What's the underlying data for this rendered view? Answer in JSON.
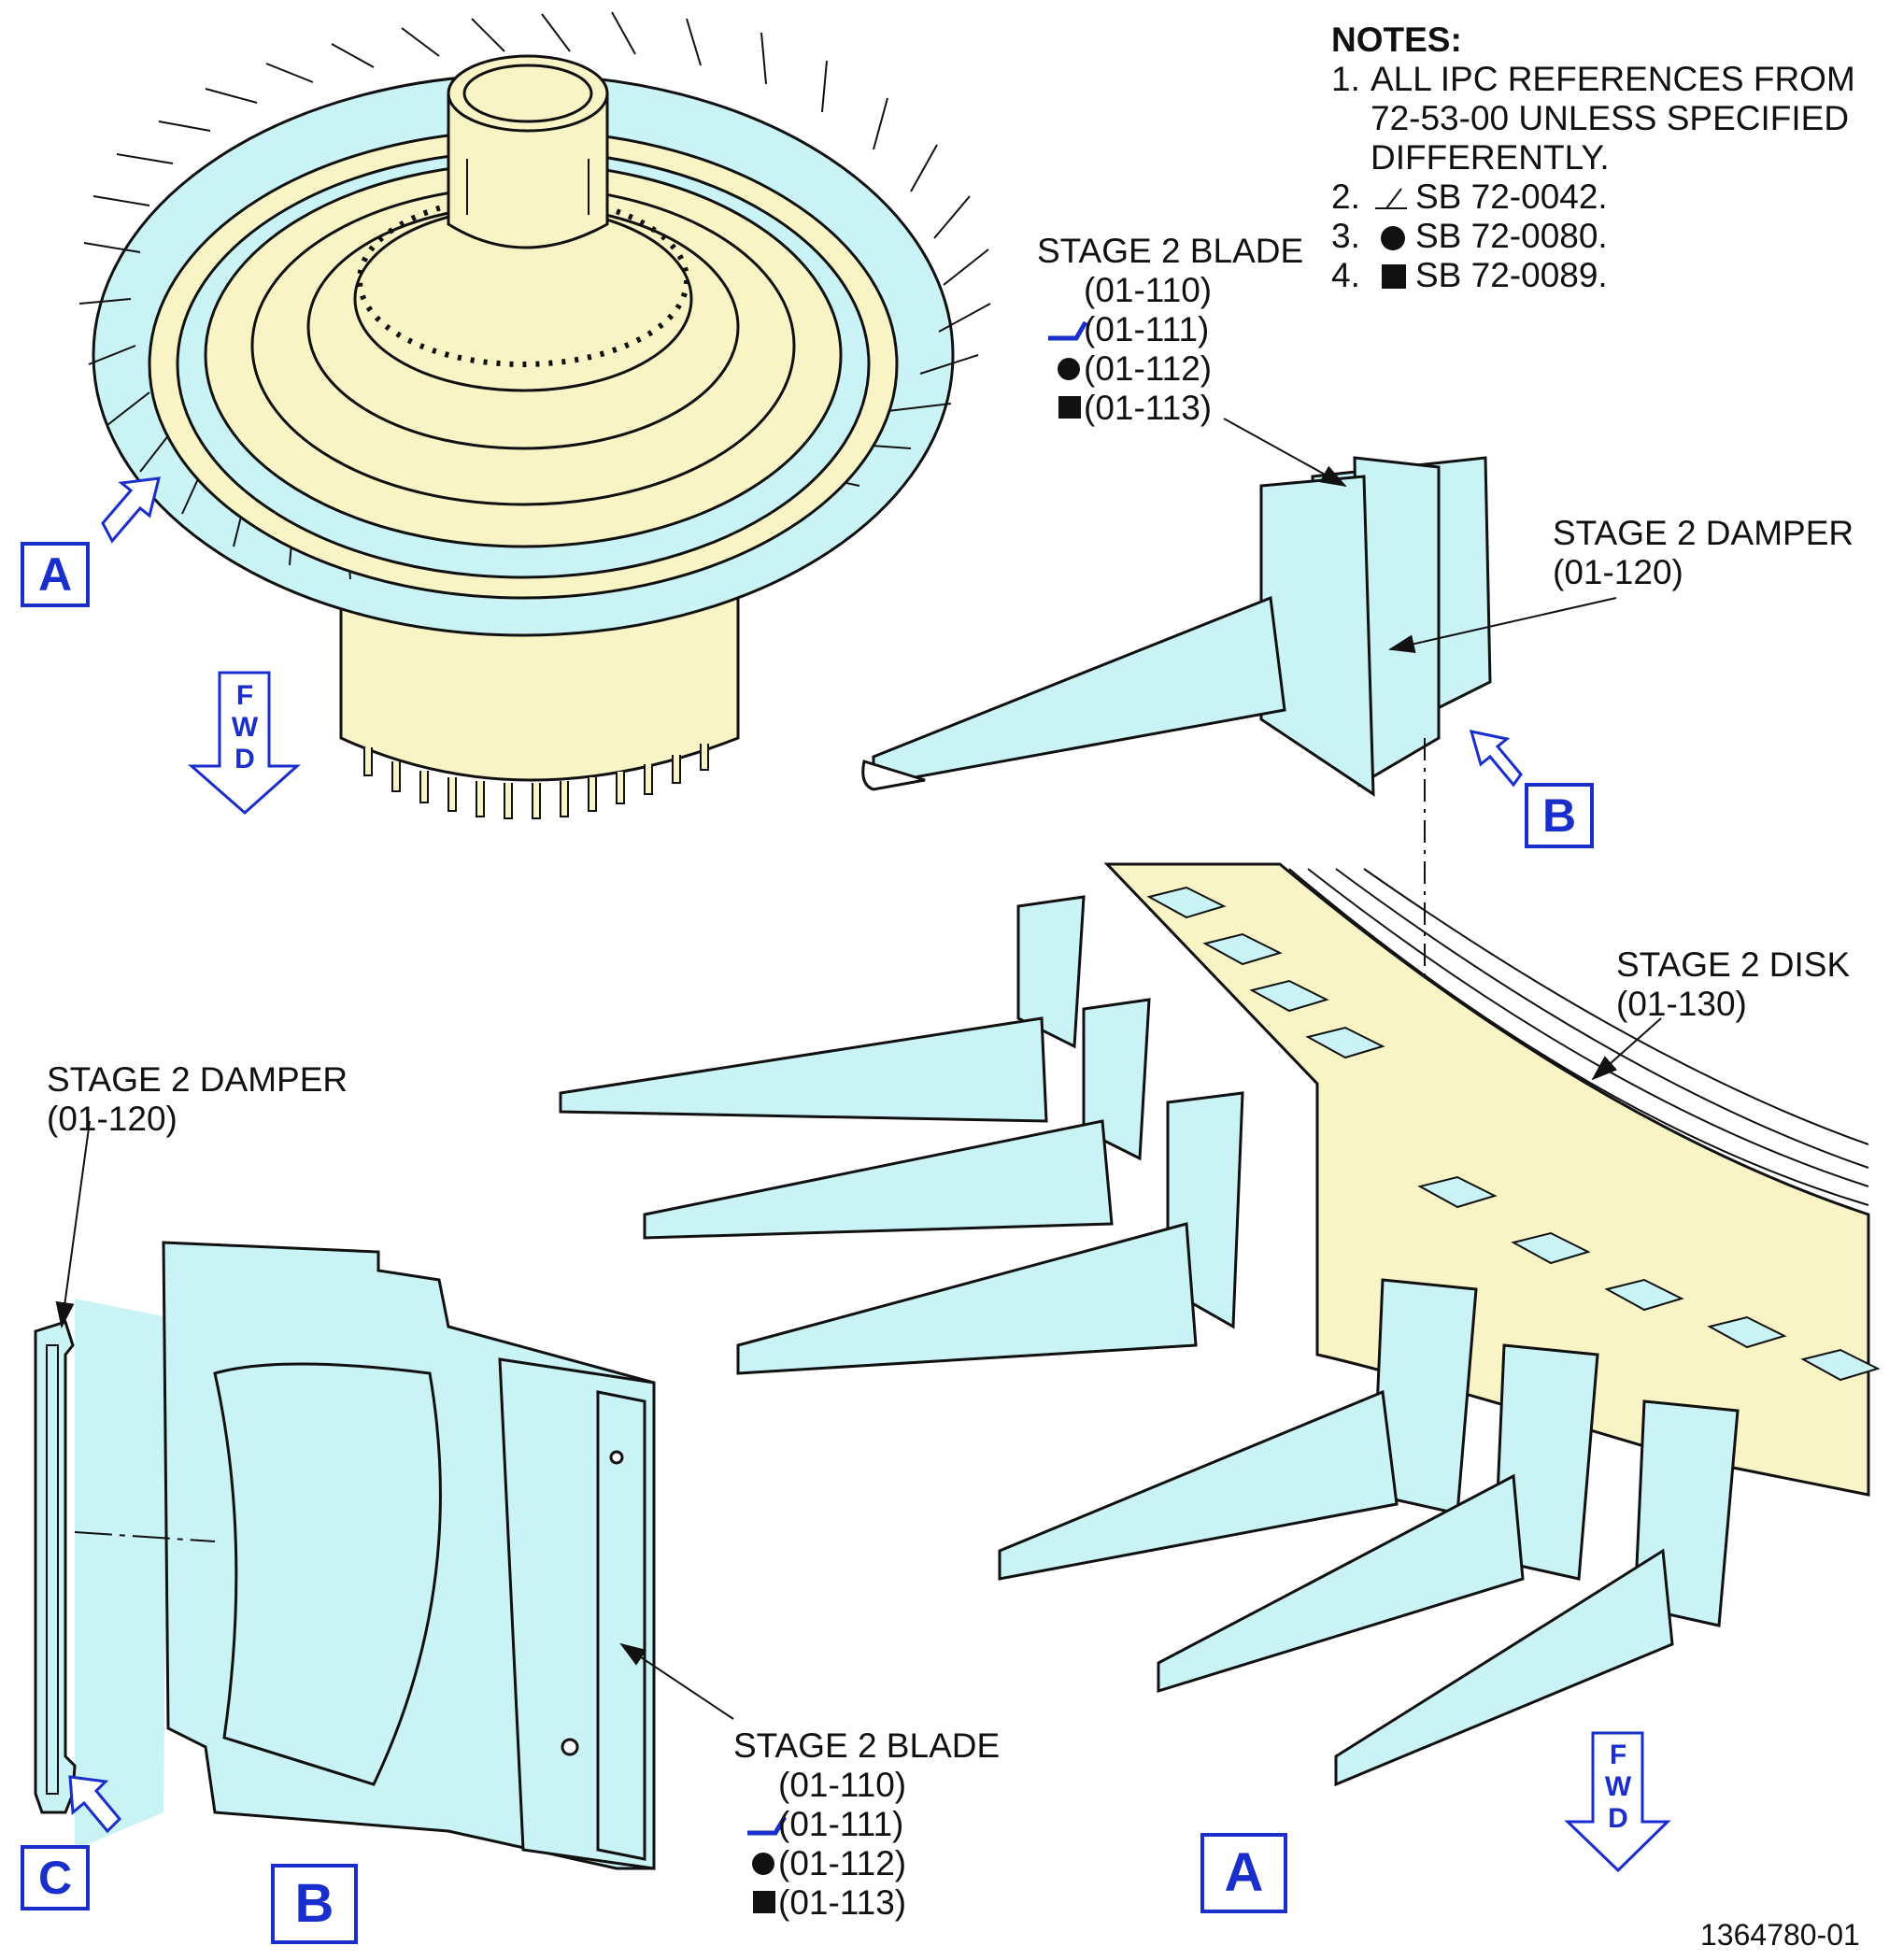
{
  "notes": {
    "title": "NOTES:",
    "items": [
      {
        "num": "1.",
        "text_lines": [
          "ALL IPC REFERENCES FROM",
          "72-53-00 UNLESS SPECIFIED",
          "DIFFERENTLY."
        ]
      },
      {
        "num": "2.",
        "symbol": "triangle-mark",
        "text": "SB 72-0042."
      },
      {
        "num": "3.",
        "symbol": "filled-circle",
        "text": "SB 72-0080."
      },
      {
        "num": "4.",
        "symbol": "filled-square",
        "text": "SB 72-0089."
      }
    ]
  },
  "callouts": {
    "blade_top": {
      "title": "STAGE 2 BLADE",
      "refs": [
        "(01-110)",
        "(01-111)",
        "(01-112)",
        "(01-113)"
      ]
    },
    "damper_top": {
      "title": "STAGE 2 DAMPER",
      "ref": "(01-120)"
    },
    "disk": {
      "title": "STAGE 2 DISK",
      "ref": "(01-130)"
    },
    "damper_left": {
      "title": "STAGE 2 DAMPER",
      "ref": "(01-120)"
    },
    "blade_bottom": {
      "title": "STAGE 2 BLADE",
      "refs": [
        "(01-110)",
        "(01-111)",
        "(01-112)",
        "(01-113)"
      ]
    }
  },
  "view_labels": {
    "a_top": "A",
    "b_top": "B",
    "c": "C",
    "b_bottom": "B",
    "a_bottom": "A"
  },
  "fwd_label": [
    "F",
    "W",
    "D"
  ],
  "figure_id": "1364780-01",
  "colors": {
    "blade": "#c9f3f5",
    "disk": "#f8f4c6",
    "view_blue": "#1a2ecc",
    "line": "#111111"
  }
}
